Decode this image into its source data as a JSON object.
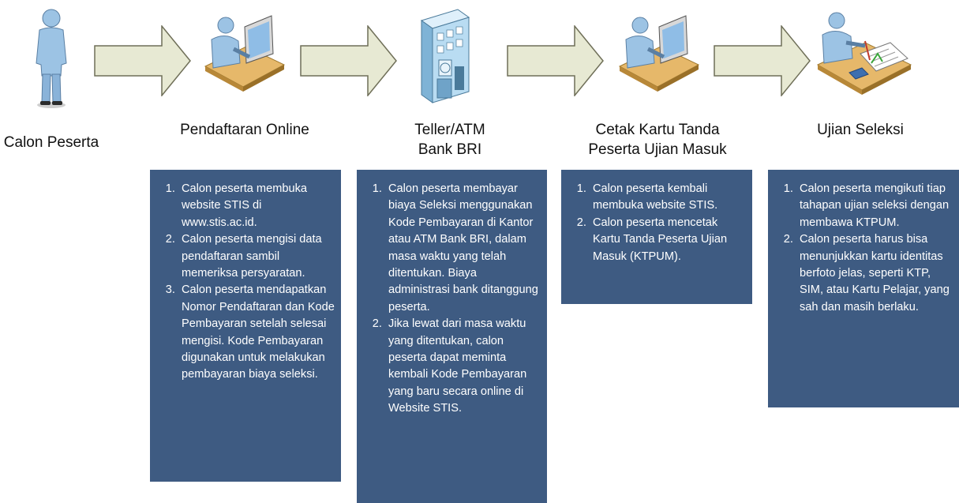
{
  "colors": {
    "box_bg": "#3e5b82",
    "arrow_fill": "#e7e9d3",
    "arrow_stroke": "#6f6f58",
    "person": "#9cc3e4"
  },
  "steps": [
    {
      "label": "Calon Peserta",
      "icon": "person-standing-icon"
    },
    {
      "label": "Pendaftaran Online",
      "icon": "person-computer-icon",
      "items": [
        "Calon peserta membuka website STIS di www.stis.ac.id.",
        "Calon peserta mengisi data pendaftaran sambil memeriksa persyaratan.",
        "Calon peserta mendapatkan Nomor Pendaftaran dan Kode Pembayaran setelah selesai mengisi. Kode Pembayaran digunakan untuk melakukan pembayaran biaya seleksi."
      ]
    },
    {
      "label": "Teller/ATM\nBank BRI",
      "icon": "bank-atm-building-icon",
      "items": [
        "Calon peserta membayar biaya Seleksi menggunakan Kode Pembayaran di Kantor atau ATM Bank BRI, dalam masa waktu yang telah ditentukan. Biaya administrasi bank ditanggung peserta.",
        "Jika lewat dari masa waktu yang ditentukan, calon peserta dapat meminta kembali Kode Pembayaran yang baru secara online di Website STIS."
      ]
    },
    {
      "label": "Cetak Kartu Tanda\nPeserta Ujian Masuk",
      "icon": "person-computer-icon",
      "items": [
        "Calon peserta kembali membuka website STIS.",
        "Calon peserta mencetak Kartu Tanda Peserta Ujian Masuk (KTPUM)."
      ]
    },
    {
      "label": "Ujian Seleksi",
      "icon": "person-exam-icon",
      "items": [
        "Calon peserta mengikuti tiap tahapan ujian seleksi dengan membawa KTPUM.",
        "Calon peserta harus bisa menunjukkan kartu identitas berfoto jelas, seperti KTP, SIM, atau Kartu Pelajar, yang sah dan masih berlaku."
      ]
    }
  ]
}
